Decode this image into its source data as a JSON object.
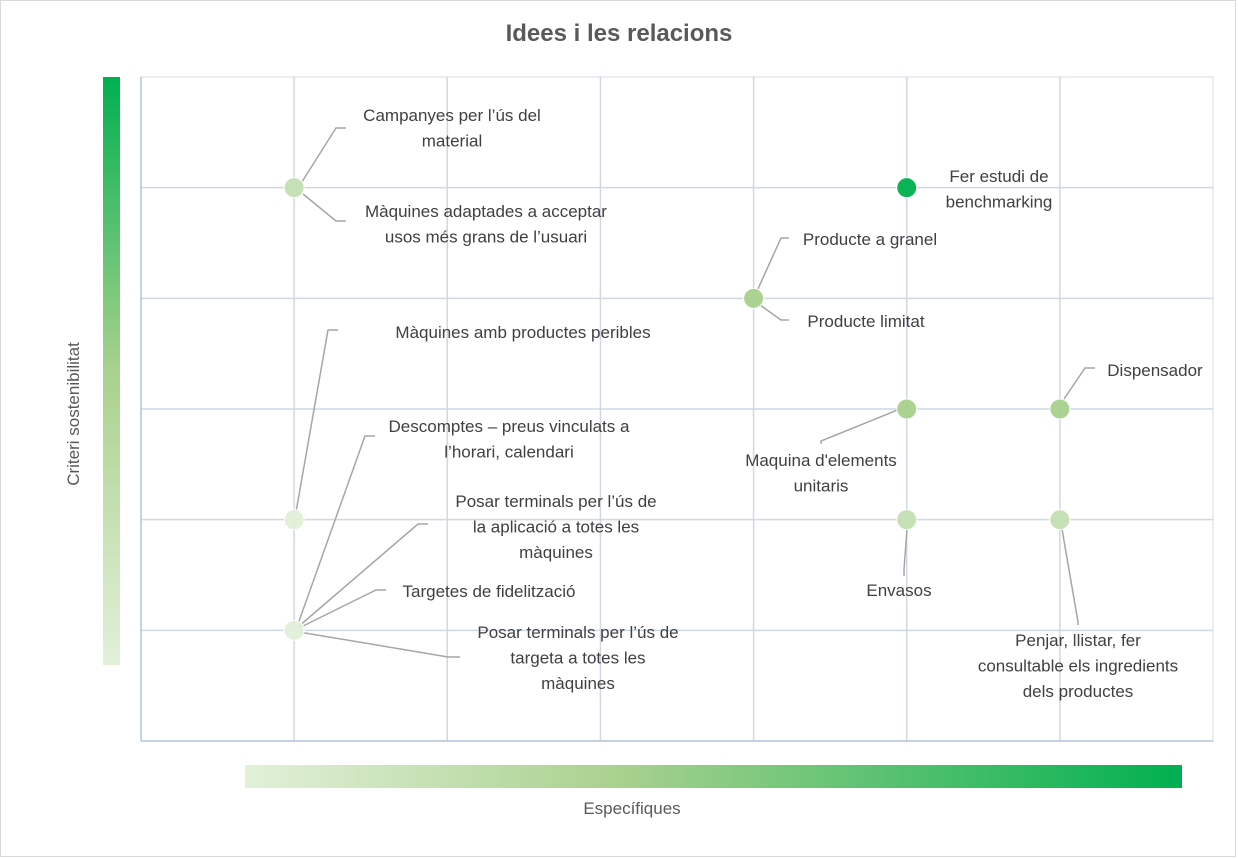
{
  "chart_data": {
    "type": "scatter",
    "title": "Idees i les relacions",
    "xlabel": "Específiques",
    "ylabel": "Criteri sostenibilitat",
    "xlim": [
      0,
      7
    ],
    "ylim": [
      0,
      6
    ],
    "grid": true,
    "legend": "none",
    "points": [
      {
        "x": 1,
        "y": 5,
        "labels": [
          "Campanyes per l’ús del material",
          "Màquines adaptades a acceptar usos més grans de l’usuari"
        ],
        "color": "#c5e0b4"
      },
      {
        "x": 5,
        "y": 5,
        "labels": [
          "Fer estudi de benchmarking"
        ],
        "color": "#00b050"
      },
      {
        "x": 4,
        "y": 4,
        "labels": [
          "Producte a granel",
          "Producte limitat"
        ],
        "color": "#a9d18e"
      },
      {
        "x": 5,
        "y": 3,
        "labels": [
          "Maquina d'elements unitaris"
        ],
        "color": "#a9d18e"
      },
      {
        "x": 6,
        "y": 3,
        "labels": [
          "Dispensador"
        ],
        "color": "#a9d18e"
      },
      {
        "x": 1,
        "y": 2,
        "labels": [
          "Màquines amb productes peribles"
        ],
        "color": "#e2f0d9"
      },
      {
        "x": 5,
        "y": 2,
        "labels": [
          "Envasos"
        ],
        "color": "#c5e0b4"
      },
      {
        "x": 6,
        "y": 2,
        "labels": [
          "Penjar, llistar, fer consultable els ingredients dels productes"
        ],
        "color": "#c5e0b4"
      },
      {
        "x": 1,
        "y": 1,
        "labels": [
          "Descomptes – preus vinculats a l’horari, calendari",
          "Posar terminals per l’ús de la aplicació a totes les màquines",
          "Targetes de fidelització",
          "Posar terminals per l’ús de targeta a totes les màquines"
        ],
        "color": "#e2f0d9"
      }
    ]
  }
}
